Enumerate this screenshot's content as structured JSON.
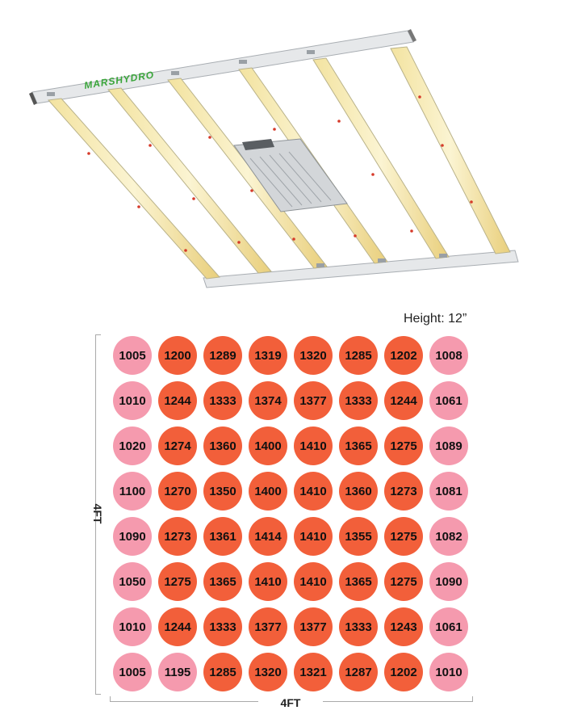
{
  "chart_data": {
    "type": "heatmap",
    "subtitle": "Height: 12”",
    "ylabel": "4FT",
    "xlabel": "4FT",
    "rows": [
      [
        1005,
        1200,
        1289,
        1319,
        1320,
        1285,
        1202,
        1008
      ],
      [
        1010,
        1244,
        1333,
        1374,
        1377,
        1333,
        1244,
        1061
      ],
      [
        1020,
        1274,
        1360,
        1400,
        1410,
        1365,
        1275,
        1089
      ],
      [
        1100,
        1270,
        1350,
        1400,
        1410,
        1360,
        1273,
        1081
      ],
      [
        1090,
        1273,
        1361,
        1414,
        1410,
        1355,
        1275,
        1082
      ],
      [
        1050,
        1275,
        1365,
        1410,
        1410,
        1365,
        1275,
        1090
      ],
      [
        1010,
        1244,
        1333,
        1377,
        1377,
        1333,
        1243,
        1061
      ],
      [
        1005,
        1195,
        1285,
        1320,
        1321,
        1287,
        1202,
        1010
      ]
    ],
    "color_threshold": 1200,
    "colors": {
      "high": "#f25f3a",
      "low": "#f59aae"
    }
  },
  "logo_text": "MARSHYDRO",
  "logo_color": "#3aa53a"
}
